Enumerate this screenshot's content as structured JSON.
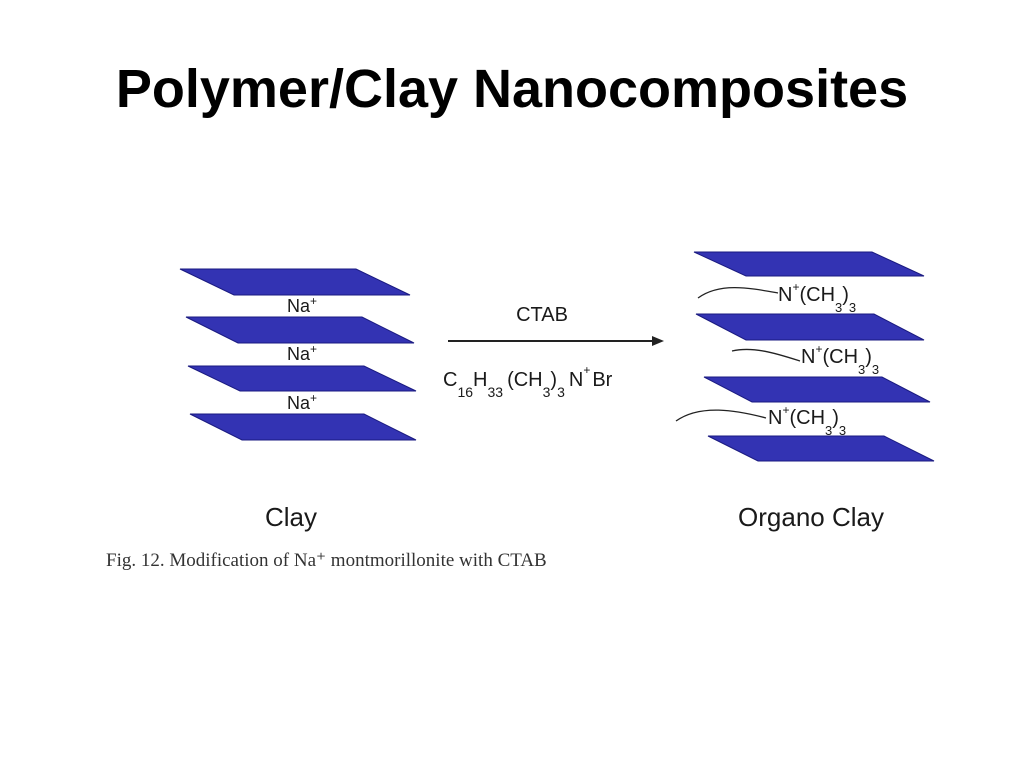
{
  "slide": {
    "title": "Polymer/Clay Nanocomposites"
  },
  "colors": {
    "layer_fill": "#3333b3",
    "layer_stroke": "#1a1a80",
    "text": "#1a1a1a",
    "arrow": "#222222"
  },
  "figure": {
    "clay": {
      "label": "Clay",
      "cation_label": "Na",
      "cation_charge": "+"
    },
    "reaction": {
      "reagent": "CTAB",
      "formula": {
        "c": "C",
        "c_sub": "16",
        "h": "H",
        "h_sub": "33",
        "group": "(CH",
        "group_sub1": "3",
        "group_close": ")",
        "group_sub2": "3",
        "n": "N",
        "n_charge": "+",
        "anion": "Br"
      }
    },
    "organo_clay": {
      "label": "Organo Clay",
      "surfactant": {
        "n": "N",
        "charge": "+",
        "group": "(CH",
        "sub1": "3",
        "close": ")",
        "sub2": "3"
      }
    },
    "caption": "Fig. 12. Modification of Na⁺ montmorillonite with CTAB"
  }
}
